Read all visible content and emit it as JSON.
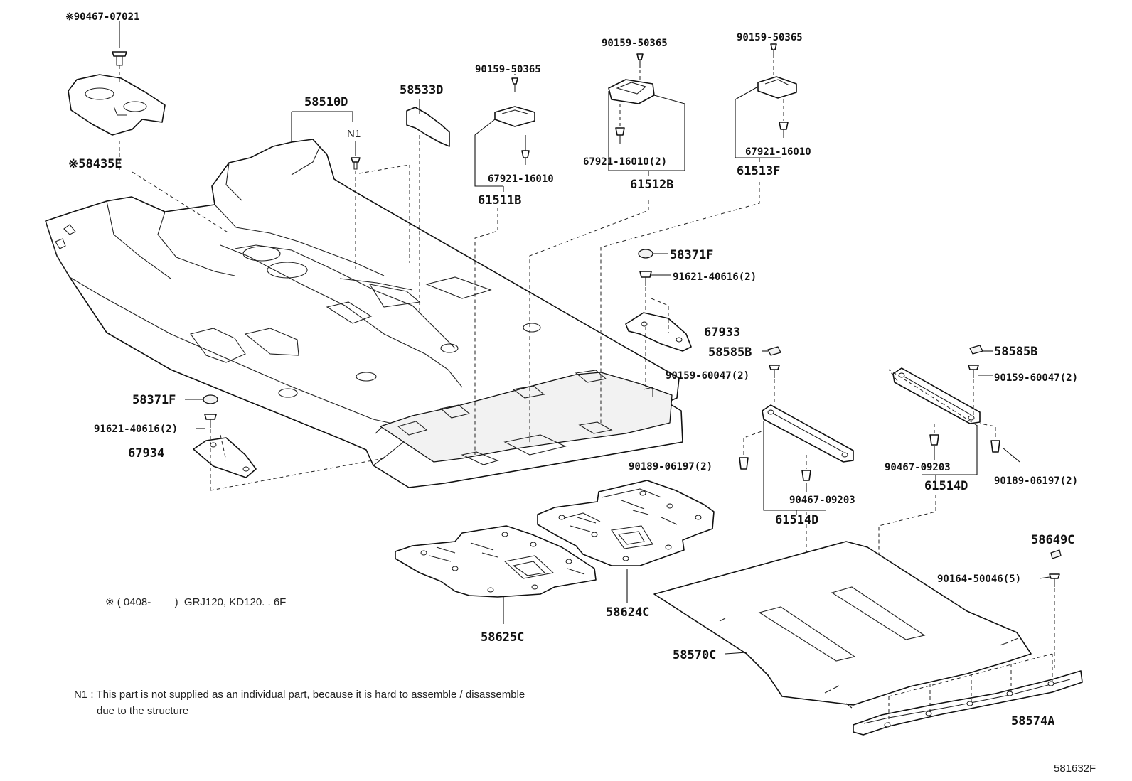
{
  "diagram": {
    "labels": {
      "p90467_07021": "※90467-07021",
      "p58435E": "※58435E",
      "p58510D": "58510D",
      "n1": "N1",
      "p58533D": "58533D",
      "p90159_50365_a": "90159-50365",
      "p67921_16010_a": "67921-16010",
      "p61511B": "61511B",
      "p90159_50365_b": "90159-50365",
      "p67921_16010_2": "67921-16010(2)",
      "p61512B": "61512B",
      "p90159_50365_c": "90159-50365",
      "p67921_16010_c": "67921-16010",
      "p61513F": "61513F",
      "p58371F_a": "58371F",
      "p91621_40616_2_a": "91621-40616(2)",
      "p67933": "67933",
      "p58585B_a": "58585B",
      "p90159_60047_2_a": "90159-60047(2)",
      "p58585B_b": "58585B",
      "p90159_60047_2_b": "90159-60047(2)",
      "p58371F_b": "58371F",
      "p91621_40616_2_b": "91621-40616(2)",
      "p67934": "67934",
      "p90189_06197_2_a": "90189-06197(2)",
      "p90467_09203_a": "90467-09203",
      "p61514D_a": "61514D",
      "p90467_09203_b": "90467-09203",
      "p61514D_b": "61514D",
      "p90189_06197_2_b": "90189-06197(2)",
      "p58649C": "58649C",
      "p90164_50046_5": "90164-50046(5)",
      "p58624C": "58624C",
      "p58625C": "58625C",
      "p58570C": "58570C",
      "p58574A": "58574A"
    },
    "note_applicability": "※ ( 0408-        )  GRJ120, KD120. . 6F",
    "note_n1_line1": "N1 :  This part is not supplied as an individual part, because it is hard to assemble / disassemble",
    "note_n1_line2": "due to the structure",
    "figure_code": "581632F"
  }
}
